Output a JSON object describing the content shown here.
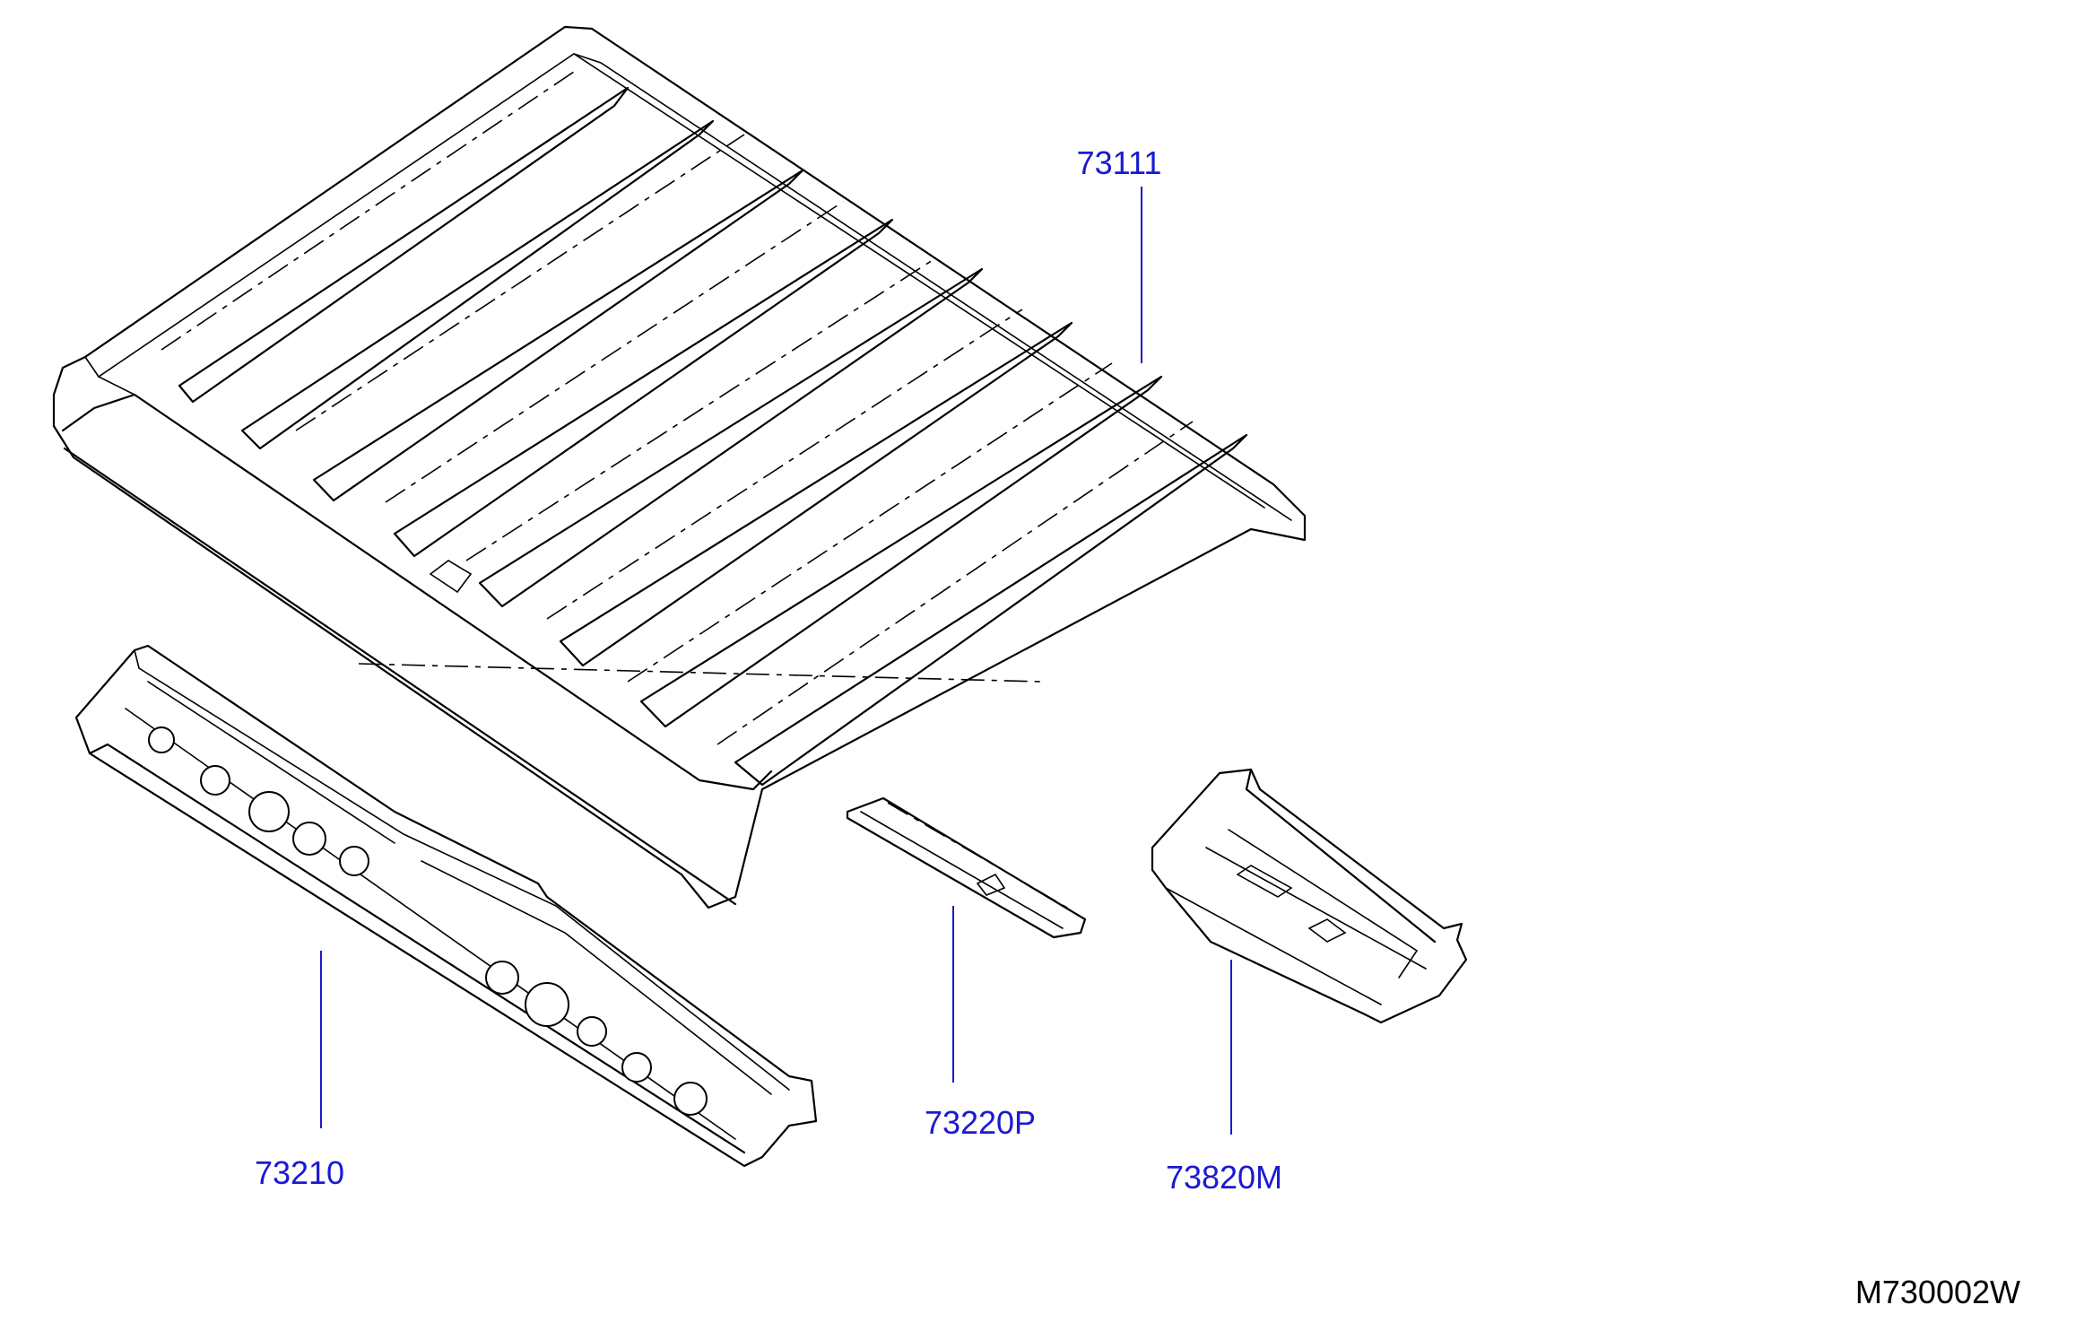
{
  "callouts": [
    {
      "id": "roof-panel",
      "label": "73111"
    },
    {
      "id": "front-rail",
      "label": "73210"
    },
    {
      "id": "roof-bow",
      "label": "73220P"
    },
    {
      "id": "rear-rail",
      "label": "73820M"
    }
  ],
  "diagram_ref": "M730002W",
  "colors": {
    "callout": "#1a1ad0",
    "linework": "#000000",
    "background": "#ffffff"
  }
}
